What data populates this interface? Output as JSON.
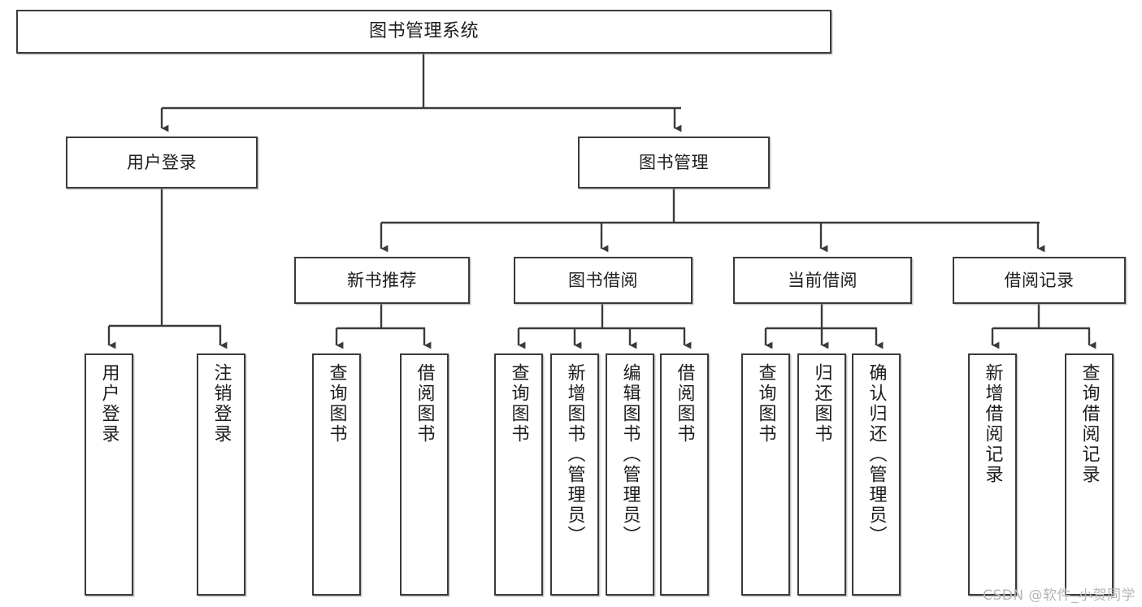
{
  "diagram": {
    "title": "图书管理系统",
    "type": "tree",
    "watermark": "CSDN @软件_小贺同学",
    "colors": {
      "box_border": "#3a3a3a",
      "box_fill": "#ffffff",
      "edge": "#3a3a3a",
      "text": "#1d1d1d",
      "watermark": "#b6b6b6",
      "background": "#ffffff"
    }
  },
  "nodes": {
    "root": {
      "label": "图书管理系统"
    },
    "level2": [
      {
        "label": "用户登录"
      },
      {
        "label": "图书管理"
      }
    ],
    "level3": [
      {
        "label": "新书推荐"
      },
      {
        "label": "图书借阅"
      },
      {
        "label": "当前借阅"
      },
      {
        "label": "借阅记录"
      }
    ],
    "leaves": {
      "user_login": [
        {
          "label": "用户登录"
        },
        {
          "label": "注销登录"
        }
      ],
      "new_book_recommend": [
        {
          "label": "查询图书"
        },
        {
          "label": "借阅图书"
        }
      ],
      "book_borrow": [
        {
          "label": "查询图书"
        },
        {
          "label": "新增图书（管理员）"
        },
        {
          "label": "编辑图书（管理员）"
        },
        {
          "label": "借阅图书"
        }
      ],
      "current_borrow": [
        {
          "label": "查询图书"
        },
        {
          "label": "归还图书"
        },
        {
          "label": "确认归还（管理员）"
        }
      ],
      "borrow_record": [
        {
          "label": "新增借阅记录"
        },
        {
          "label": "查询借阅记录"
        }
      ]
    }
  }
}
